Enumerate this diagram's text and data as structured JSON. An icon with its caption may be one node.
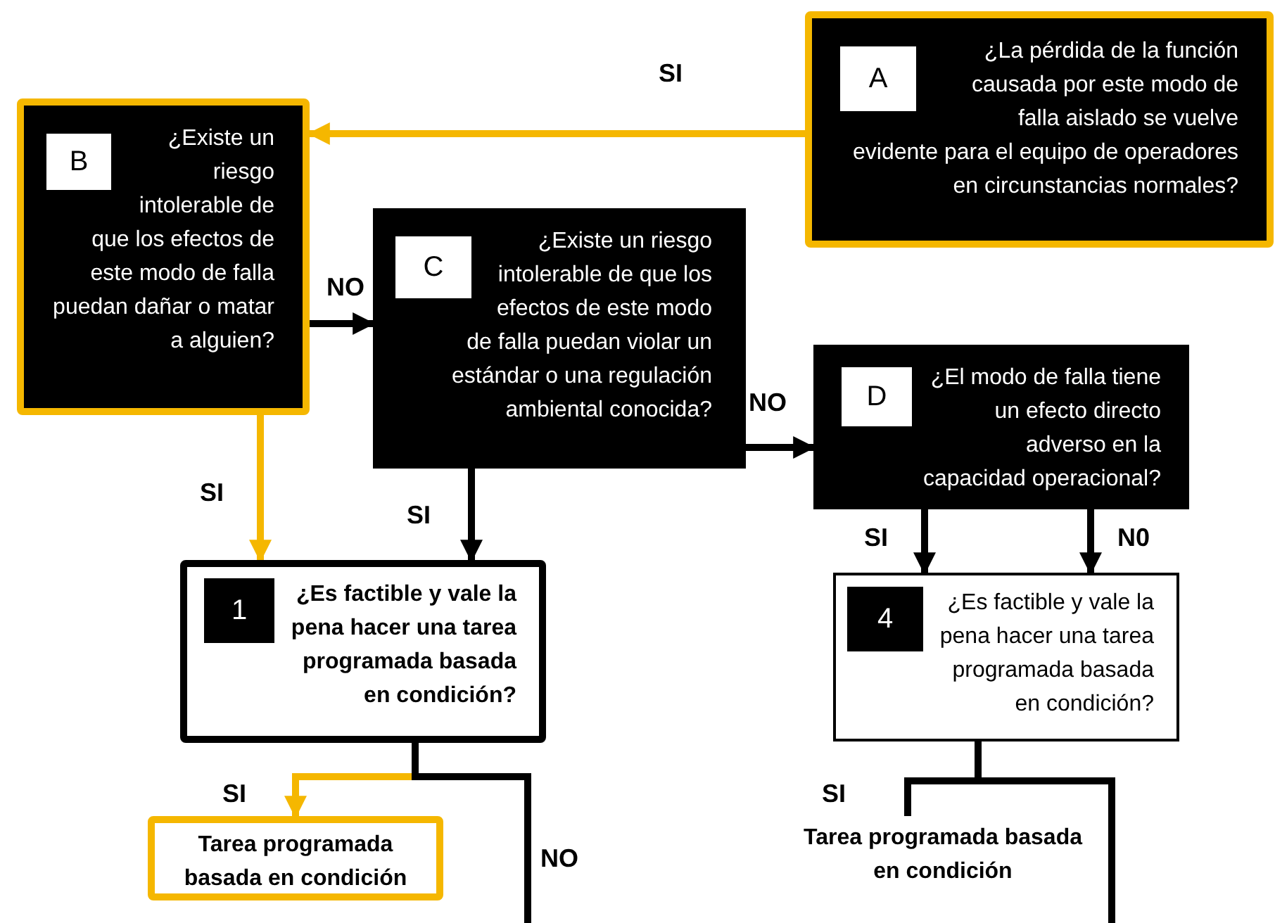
{
  "diagram": {
    "nodes": [
      {
        "text": [
          "A",
          "¿La pérdida de la función causada por este modo de falla aislado se vuelve evidente para el equipo de operadores en circunstancias normales?"
        ]
      },
      {
        "text": [
          "B",
          "¿Existe un riesgo intolerable de que los efectos de este modo de falla puedan dañar o matar a alguien?"
        ]
      },
      {
        "text": [
          "C",
          "¿Existe un riesgo intolerable de que los efectos de este modo de falla puedan violar un estándar o una regulación ambiental conocida?"
        ]
      },
      {
        "text": [
          "D",
          "¿El modo de falla tiene un efecto directo adverso en la capacidad operacional?"
        ]
      },
      {
        "text": [
          "1",
          "¿Es factible y vale la pena hacer una tarea programada basada en condición?"
        ]
      },
      {
        "text": [
          "4",
          "¿Es factible y vale la pena hacer una tarea programada basada en condición?"
        ]
      },
      {
        "text": [
          "Tarea programada basada en condición"
        ]
      },
      {
        "text": [
          "Tarea programada basada en condición"
        ]
      }
    ],
    "edges": [
      {
        "from": 0,
        "to": 1,
        "arrow": "to",
        "label": "SI",
        "color": "#f5b700"
      },
      {
        "from": 1,
        "to": 2,
        "arrow": "to",
        "label": "NO"
      },
      {
        "from": 1,
        "to": 4,
        "arrow": "to",
        "label": "SI",
        "color": "#f5b700"
      },
      {
        "from": 2,
        "to": 4,
        "arrow": "to",
        "label": "SI"
      },
      {
        "from": 2,
        "to": 3,
        "arrow": "to",
        "label": "NO"
      },
      {
        "from": 3,
        "to": 5,
        "arrow": "to",
        "label": "SI"
      },
      {
        "from": 3,
        "to": 5,
        "arrow": "to",
        "label": "N0"
      },
      {
        "from": 4,
        "to": 6,
        "arrow": "to",
        "label": "SI",
        "color": "#f5b700"
      },
      {
        "from": 4,
        "to": null,
        "arrow": "none",
        "label": "NO"
      },
      {
        "from": 5,
        "to": 7,
        "arrow": "none",
        "label": "SI"
      },
      {
        "from": 5,
        "to": null,
        "arrow": "none"
      }
    ]
  }
}
